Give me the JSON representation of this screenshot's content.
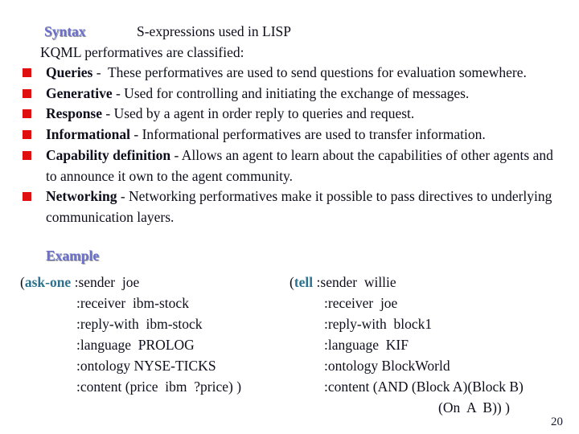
{
  "slide": {
    "colors": {
      "heading": "#6a70cc",
      "heading_shadow": "#9a9a9a",
      "bullet_square": "#e01010",
      "code_keyword": "#2e7290",
      "body_text": "#0e0e1c",
      "background": "#ffffff"
    },
    "header": {
      "title": "Syntax",
      "subtitle": "S-expressions used in LISP",
      "intro": "KQML performatives are classified:"
    },
    "bullets": [
      {
        "term": "Queries",
        "rest": " -  These performatives are used to send questions for evaluation somewhere."
      },
      {
        "term": "Generative",
        "rest": " - Used for controlling and initiating the exchange of messages."
      },
      {
        "term": "Response",
        "rest": " - Used by a agent in order reply to queries and request."
      },
      {
        "term": "Informational",
        "rest": " - Informational performatives are used to transfer information."
      },
      {
        "term": "Capability definition",
        "rest": " - Allows an agent to learn about the capabilities of other agents and to announce it own to the agent community."
      },
      {
        "term": "Networking",
        "rest": " - Networking performatives make it possible to pass directives to underlying communication layers."
      }
    ],
    "example": {
      "heading": "Example",
      "left": {
        "open_paren": "(",
        "keyword": "ask-one",
        "first_rest": " :sender  joe",
        "lines": [
          ":receiver  ibm-stock",
          ":reply-with  ibm-stock",
          ":language  PROLOG",
          ":ontology NYSE-TICKS",
          ":content (price  ibm  ?price) )"
        ]
      },
      "right": {
        "open_paren": "(",
        "keyword": "tell",
        "first_rest": " :sender  willie",
        "lines": [
          ":receiver  joe",
          ":reply-with  block1",
          ":language  KIF",
          ":ontology BlockWorld",
          ":content (AND (Block A)(Block B)"
        ],
        "last_line": "(On  A  B)) )"
      }
    },
    "page_number": "20"
  }
}
